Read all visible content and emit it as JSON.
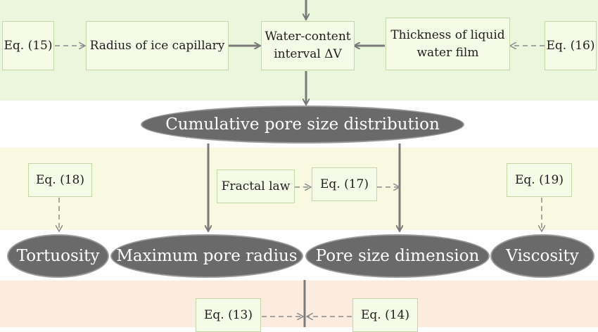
{
  "boxes": {
    "eq15": "Eq. (15)",
    "radius_ice": "Radius of ice capillary",
    "water_content": "Water-content",
    "water_interval": "interval ΔV",
    "thickness_line1": "Thickness of liquid",
    "thickness_line2": "water film",
    "eq16": "Eq. (16)",
    "eq18": "Eq. (18)",
    "fractal": "Fractal law",
    "eq17": "Eq. (17)",
    "eq19": "Eq. (19)",
    "eq13": "Eq. (13)",
    "eq14": "Eq. (14)"
  },
  "ellipses": {
    "cumulative": "Cumulative pore size distribution",
    "tortuosity": "Tortuosity",
    "max_radius": "Maximum pore radius",
    "pore_dimension": "Pore size dimension",
    "viscosity": "Viscosity"
  },
  "colors": {
    "ellipse_fill": "#6a6a6a",
    "arrow": "#7a7a7a",
    "band_green": "#ebf7dc",
    "band_yellow": "#f8f9e0",
    "band_peach": "#fcece0"
  }
}
